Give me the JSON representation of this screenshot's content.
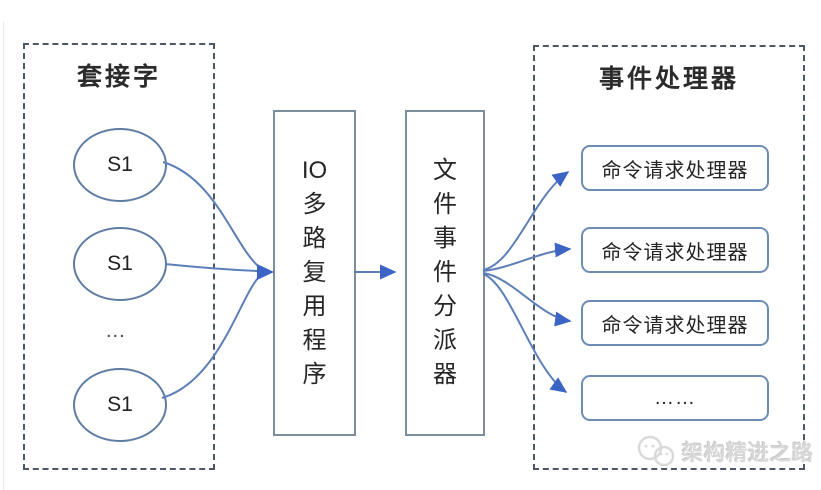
{
  "diagram": {
    "sockets_group": {
      "title": "套接字",
      "nodes": [
        "S1",
        "S1",
        "S1"
      ],
      "ellipsis": "..."
    },
    "multiplexer": {
      "label": "IO多路复用程序",
      "chars": [
        "IO",
        "多",
        "路",
        "复",
        "用",
        "程",
        "序"
      ]
    },
    "dispatcher": {
      "label": "文件事件分派器",
      "chars": [
        "文",
        "件",
        "事",
        "件",
        "分",
        "派",
        "器"
      ]
    },
    "handlers_group": {
      "title": "事件处理器",
      "nodes": [
        "命令请求处理器",
        "命令请求处理器",
        "命令请求处理器",
        "……"
      ]
    },
    "watermark": {
      "text": "架构精进之路"
    },
    "colors": {
      "dashed_border": "#4d5866",
      "ellipse_border": "#5e7ba2",
      "vbox_border": "#7a8e9d",
      "handler_border": "#6d8cb3",
      "arrow_line": "#5d7fb8",
      "arrow_head": "#3c64c5",
      "watermark": "#d7d7d7"
    }
  }
}
